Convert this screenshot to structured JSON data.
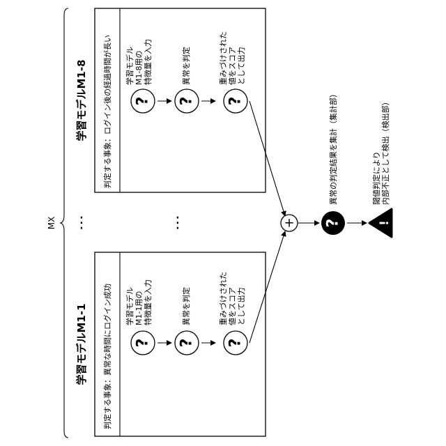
{
  "group_label": "MX",
  "ellipsis": "⋮",
  "models": [
    {
      "title": "学習モデルM1-8",
      "event": "判定する事象：ログイン後の経過時間が長い",
      "steps": [
        {
          "lines": [
            "学習モデル",
            "M1-8用の",
            "特徴量を入力"
          ],
          "icon": "question-icon"
        },
        {
          "lines": [
            "異常を判定"
          ],
          "icon": "question-icon"
        },
        {
          "lines": [
            "重みづけされた",
            "値をスコア",
            "として出力"
          ],
          "icon": "question-icon"
        }
      ]
    },
    {
      "title": "学習モデルM1-1",
      "event": "判定する事象：異常な時間にログイン成功",
      "steps": [
        {
          "lines": [
            "学習モデル",
            "M1-1用の",
            "特徴量を入力"
          ],
          "icon": "question-icon"
        },
        {
          "lines": [
            "異常を判定"
          ],
          "icon": "question-icon"
        },
        {
          "lines": [
            "重みづけされた",
            "値をスコア",
            "として出力"
          ],
          "icon": "question-icon"
        }
      ]
    }
  ],
  "sum_symbol": "+",
  "aggregate": {
    "label": "異常の判定結果を集計（集計部）",
    "icon": "question-icon-filled"
  },
  "detect": {
    "lines": [
      "閾値判定により",
      "内部不正として検出（検出部）"
    ],
    "icon": "warning-icon"
  },
  "glyphs": {
    "question": "?",
    "warning": "!"
  }
}
